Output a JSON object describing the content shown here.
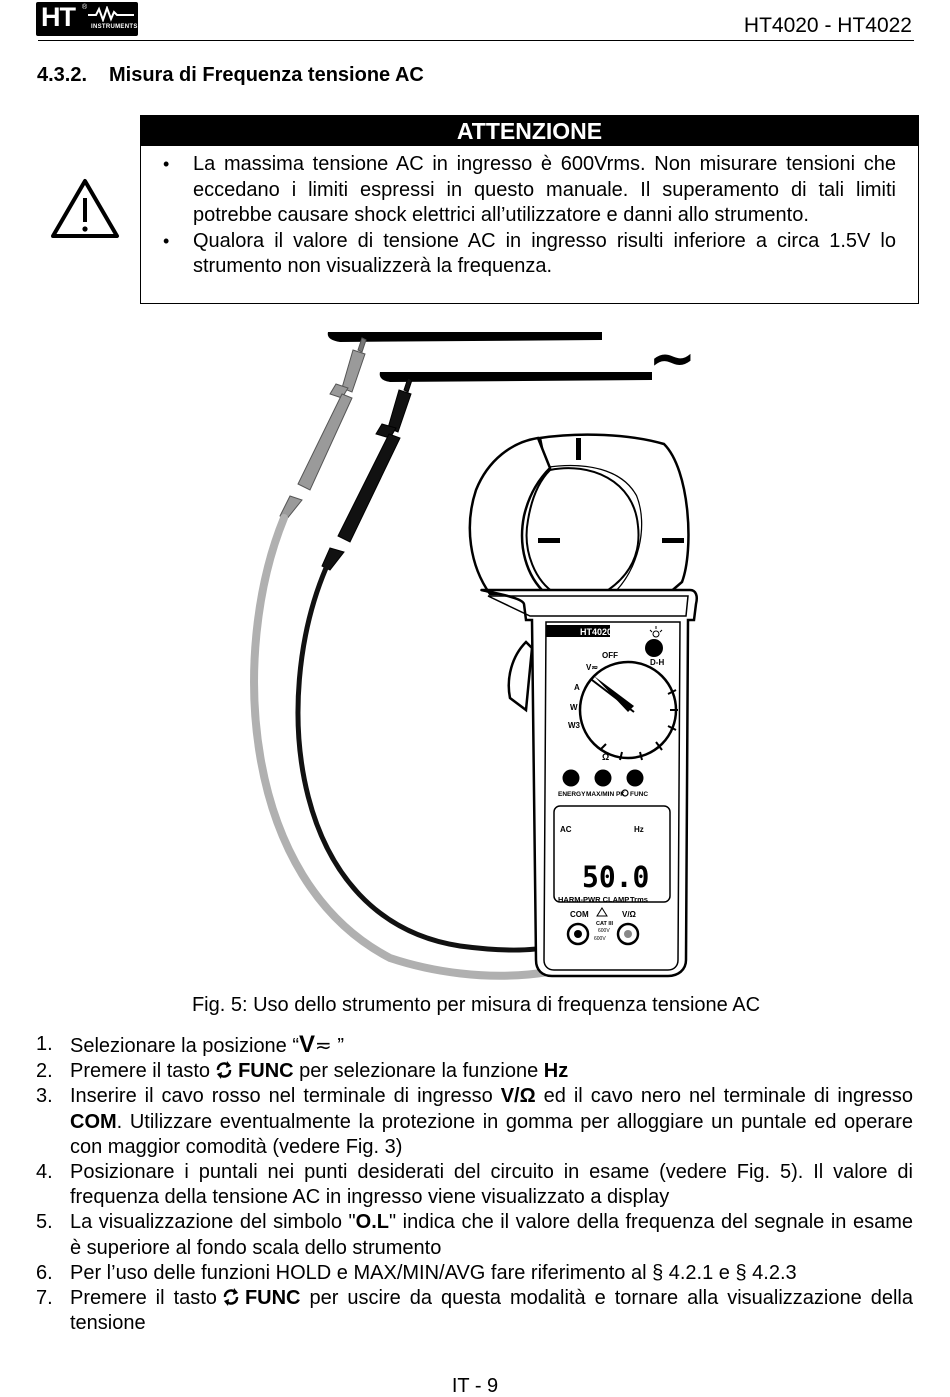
{
  "header": {
    "logo_text": "HT",
    "logo_sub": "INSTRUMENTS",
    "model": "HT4020 - HT4022"
  },
  "section": {
    "number": "4.3.2.",
    "title": "Misura di Frequenza tensione AC"
  },
  "warning": {
    "heading": "ATTENZIONE",
    "items": [
      "La massima tensione AC in ingresso è 600Vrms. Non misurare tensioni che eccedano i limiti espressi in questo manuale. Il superamento di tali limiti potrebbe causare shock elettrici all’utilizzatore e danni allo strumento.",
      "Qualora il valore di tensione AC in ingresso risulti inferiore a circa 1.5V lo strumento non visualizzerà la frequenza."
    ]
  },
  "figure": {
    "ac_symbol": "~",
    "brand": "HT4020",
    "dial": {
      "off": "OFF",
      "dh": "D-H",
      "v": "V≂",
      "a": "A",
      "w": "W",
      "w3": "W3",
      "ohm": "Ω"
    },
    "buttons": [
      "ENERGY",
      "MAX/MIN PK",
      "FUNC"
    ],
    "lcd": {
      "mode": "AC",
      "unit": "Hz",
      "reading": "50.0"
    },
    "model_band": "HARM-PWR CLAMP",
    "trms": "Trms",
    "com": "COM",
    "vohm": "V/Ω",
    "cat": "CAT III",
    "cat_600_a": "600V",
    "cat_600_b": "600V"
  },
  "caption": "Fig. 5: Uso dello strumento per misura di frequenza tensione AC",
  "steps": {
    "s1": {
      "n": "1.",
      "a": "Selezionare la posizione “",
      "sym": "V",
      "b": "≂ ”"
    },
    "s2": {
      "n": "2.",
      "a": "Premere il tasto",
      "func": "FUNC",
      "b": " per selezionare la funzione ",
      "hz": "Hz"
    },
    "s3": {
      "n": "3.",
      "a": "Inserire il cavo rosso nel terminale di ingresso ",
      "vohm": "V/Ω",
      "b": " ed il cavo nero nel terminale di ingresso ",
      "com": "COM",
      "c": ". Utilizzare eventualmente la protezione in gomma per alloggiare un puntale ed operare con maggior comodità (vedere Fig. 3)"
    },
    "s4": {
      "n": "4.",
      "a": "Posizionare i puntali nei punti desiderati del circuito in esame (vedere Fig. 5). Il valore di frequenza della tensione AC in ingresso viene visualizzato a display"
    },
    "s5": {
      "n": "5.",
      "a": "La visualizzazione del simbolo \"",
      "ol": "O.L",
      "b": "\" indica che il valore della frequenza del segnale in esame è superiore al fondo scala dello strumento"
    },
    "s6": {
      "n": "6.",
      "a": "Per l’uso delle funzioni HOLD e MAX/MIN/AVG fare riferimento al § 4.2.1 e § 4.2.3"
    },
    "s7": {
      "n": "7.",
      "a": "Premere il tasto",
      "func": "FUNC",
      "b": " per uscire da questa modalità e tornare alla visualizzazione della tensione"
    }
  },
  "page_number": "IT - 9"
}
